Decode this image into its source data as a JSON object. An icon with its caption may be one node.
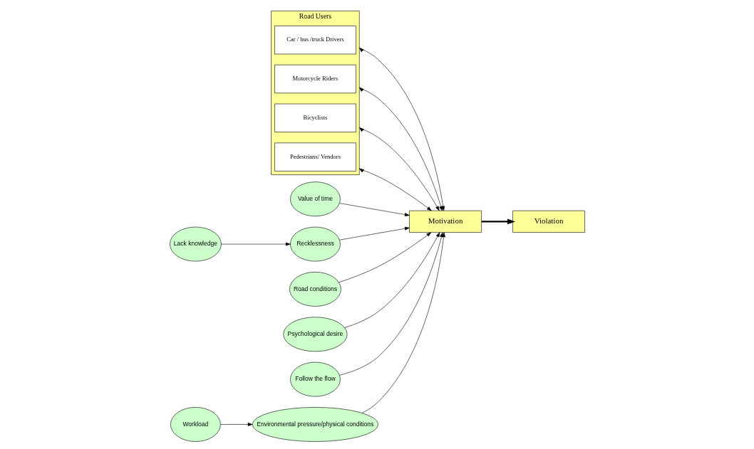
{
  "diagram": {
    "nodes": [
      {
        "text": [
          "Road Users"
        ]
      },
      {
        "text": [
          "Car / bus /truck Drivers"
        ],
        "in": 0
      },
      {
        "text": [
          "Motorcycle Riders"
        ],
        "in": 0
      },
      {
        "text": [
          "Bicyclists"
        ],
        "in": 0
      },
      {
        "text": [
          "Pedestrians/ Vendors"
        ],
        "in": 0
      },
      {
        "text": [
          "Motivation"
        ]
      },
      {
        "text": [
          "Violation"
        ]
      },
      {
        "text": [
          "Lack knowledge"
        ]
      },
      {
        "text": [
          "Value of time"
        ]
      },
      {
        "text": [
          "Recklessness"
        ]
      },
      {
        "text": [
          "Road conditions"
        ]
      },
      {
        "text": [
          "Psychological desire"
        ]
      },
      {
        "text": [
          "Follow the flow"
        ]
      },
      {
        "text": [
          "Environmental pressure/physical conditions"
        ]
      },
      {
        "text": [
          "Workload"
        ]
      }
    ],
    "edges": [
      {
        "from": 0,
        "to": 5,
        "arrow": "both"
      },
      {
        "from": 0,
        "to": 5,
        "arrow": "both"
      },
      {
        "from": 0,
        "to": 5,
        "arrow": "both"
      },
      {
        "from": 0,
        "to": 5,
        "arrow": "both"
      },
      {
        "from": 7,
        "to": 9,
        "arrow": "to"
      },
      {
        "from": 8,
        "to": 5,
        "arrow": "to"
      },
      {
        "from": 9,
        "to": 5,
        "arrow": "to"
      },
      {
        "from": 10,
        "to": 5,
        "arrow": "to"
      },
      {
        "from": 11,
        "to": 5,
        "arrow": "to"
      },
      {
        "from": 12,
        "to": 5,
        "arrow": "to"
      },
      {
        "from": 13,
        "to": 5,
        "arrow": "to"
      },
      {
        "from": 14,
        "to": 13,
        "arrow": "to"
      },
      {
        "from": 5,
        "to": 6,
        "arrow": "to",
        "style": "thick"
      }
    ]
  }
}
